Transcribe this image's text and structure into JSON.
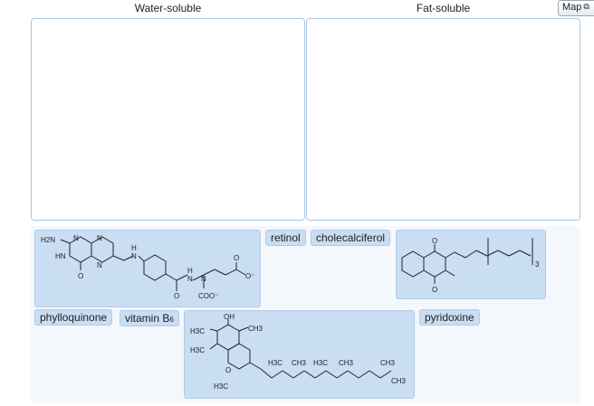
{
  "headers": {
    "water": "Water-soluble",
    "fat": "Fat-soluble"
  },
  "map_button": {
    "label": "Map",
    "icon": "expand-icon"
  },
  "labels": {
    "retinol": "retinol",
    "cholecalciferol": "cholecalciferol",
    "phylloquinone": "phylloquinone",
    "vitamin_b6_main": "vitamin B",
    "vitamin_b6_sub": "6",
    "pyridoxine": "pyridoxine"
  },
  "structures": {
    "folate": {
      "atoms": [
        "H2N",
        "N",
        "N",
        "HN",
        "O",
        "N",
        "N",
        "H",
        "N",
        "O",
        "H",
        "N",
        "O",
        "O⁻",
        "COO⁻"
      ]
    },
    "vitamin_k": {
      "atoms": [
        "O",
        "O",
        "3"
      ]
    },
    "tocopherol": {
      "atoms": [
        "OH",
        "H3C",
        "CH3",
        "H3C",
        "O",
        "H3C",
        "H3C",
        "CH3",
        "H3C",
        "CH3",
        "CH3",
        "CH3"
      ]
    }
  }
}
